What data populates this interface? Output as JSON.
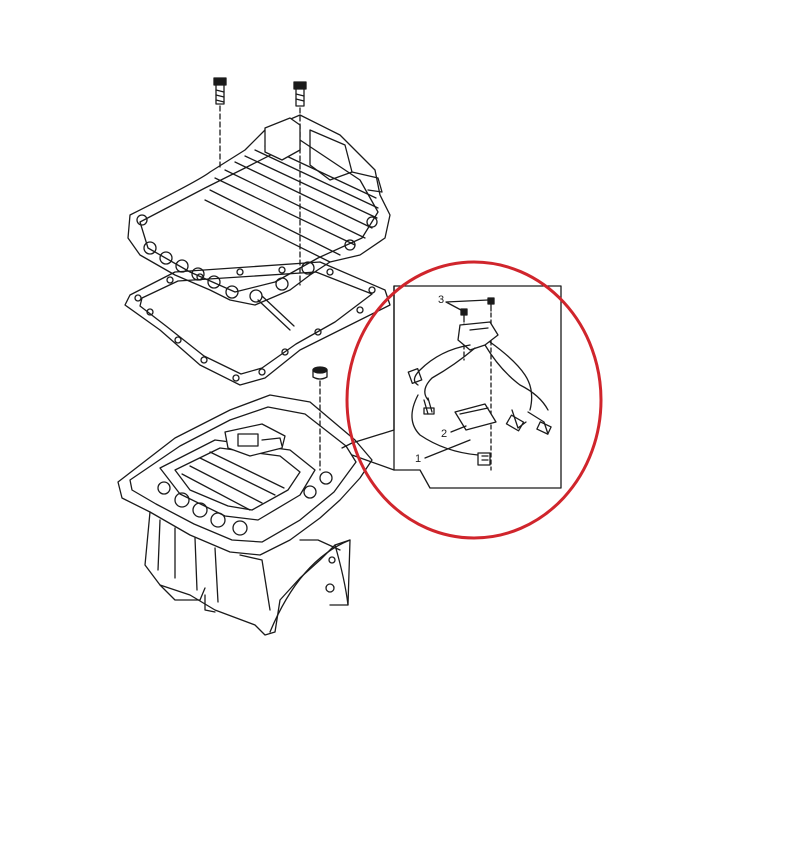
{
  "callouts": {
    "item1": "1",
    "item2": "2",
    "item3": "3"
  },
  "colors": {
    "line": "#1a1a1a",
    "highlight_circle": "#d0252c",
    "background": "#ffffff"
  }
}
